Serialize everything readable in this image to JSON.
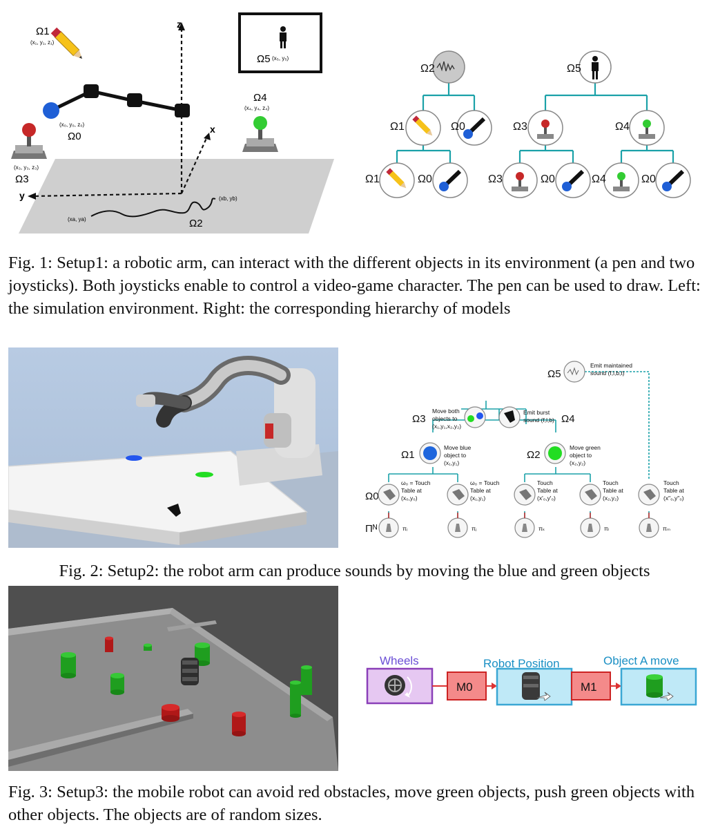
{
  "fig1": {
    "caption": "Fig. 1: Setup1: a robotic arm, can interact with the different objects in its environment (a pen and two joysticks). Both joysticks enable to control a video-game character. The pen can be used to draw. Left: the simulation environment. Right: the corresponding hierarchy of models",
    "left": {
      "omega1": "Ω1",
      "omega1_coords": "(x₁, y₁, z₁)",
      "omega0": "Ω0",
      "omega0_coords": "(x₀, y₀, z₀)",
      "omega3": "Ω3",
      "omega3_coords": "(x₃, y₃, z₃)",
      "omega4": "Ω4",
      "omega4_coords": "(x₄, y₄, z₄)",
      "omega5": "Ω5",
      "omega5_coords": "(x₅, y₅)",
      "omega2": "Ω2",
      "axis_z": "z",
      "axis_x": "x",
      "axis_y": "y",
      "start_coords": "(xa, ya)",
      "end_coords": "(xb, yb)"
    },
    "right": {
      "labels": [
        "Ω2",
        "Ω5",
        "Ω1",
        "Ω0",
        "Ω3",
        "Ω4",
        "Ω1",
        "Ω0",
        "Ω3",
        "Ω0",
        "Ω4",
        "Ω0"
      ]
    }
  },
  "fig2": {
    "caption": "Fig. 2: Setup2: the robot arm can produce sounds by moving the blue and green objects",
    "tree": {
      "omega5": "Ω5",
      "omega5_desc": [
        "Emit maintained",
        "sound (f,l,b,t)"
      ],
      "omega3": "Ω3",
      "omega3_desc": [
        "Move both",
        "objects to",
        "(x₁,y₁,x₂,y₂)"
      ],
      "omega4": "Ω4",
      "omega4_desc": [
        "Emit burst",
        "sound (f,l,b)"
      ],
      "omega1": "Ω1",
      "omega1_desc": [
        "Move blue",
        "object to",
        "(x₁,y₁)"
      ],
      "omega2": "Ω2",
      "omega2_desc": [
        "Move green",
        "object to",
        "(x₂,y₂)"
      ],
      "omega0": "Ω0",
      "pi_n": "Πᴺ",
      "leaves": [
        [
          "ω₀ = Touch",
          "Table at",
          "(x₀,y₀)"
        ],
        [
          "ω₀ = Touch",
          "Table at",
          "(x₁,y₁)"
        ],
        [
          "Touch",
          "Table at",
          "(x'₀,y'₀)"
        ],
        [
          "Touch",
          "Table at",
          "(x₂,y₂)"
        ],
        [
          "Touch",
          "Table at",
          "(x\"₀,y\"₀)"
        ]
      ],
      "pis": [
        "πᵢ",
        "πⱼ",
        "πₖ",
        "πₗ",
        "πₘ"
      ]
    }
  },
  "fig3": {
    "caption": "Fig. 3: Setup3: the mobile robot can avoid red obstacles, move green objects, push green objects with other objects. The objects are of random sizes.",
    "diagram": {
      "wheels": "Wheels",
      "robot_position": "Robot Position",
      "object_a_move": "Object A move",
      "m0": "M0",
      "m1": "M1"
    }
  }
}
